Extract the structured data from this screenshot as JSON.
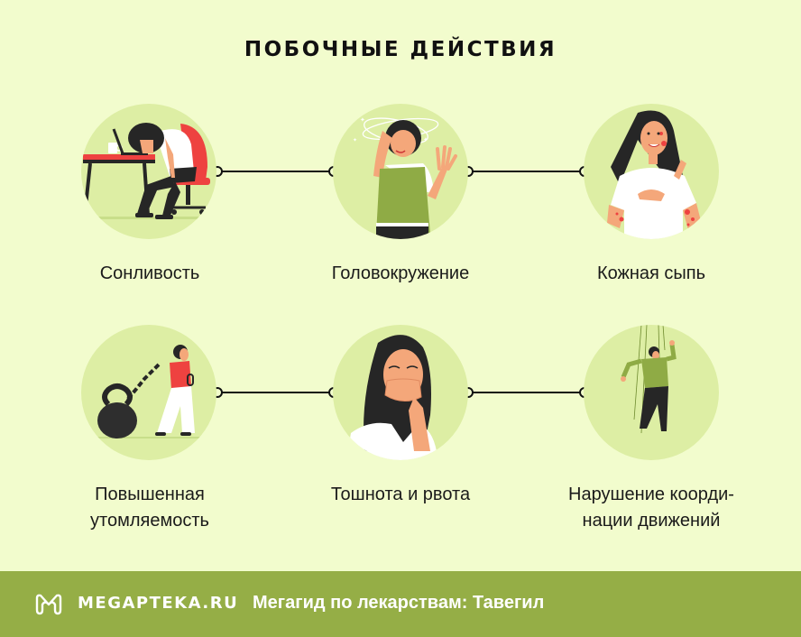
{
  "title": "ПОБОЧНЫЕ ДЕЙСТВИЯ",
  "colors": {
    "background": "#F2FCCD",
    "circle": "#DDEEA4",
    "footer": "#95AE46",
    "accent_red": "#EE4240",
    "accent_green": "#8FAB45",
    "skin": "#F4A77A",
    "dark": "#262626"
  },
  "side_effects": [
    {
      "label": "Сонливость",
      "icon": "sleepy-woman-at-desk-illustration"
    },
    {
      "label": "Головокружение",
      "icon": "dizzy-woman-illustration"
    },
    {
      "label": "Кожная сыпь",
      "icon": "woman-with-rash-illustration"
    },
    {
      "label_line1": "Повышенная",
      "label_line2": "утомляемость",
      "icon": "woman-dragging-kettlebell-illustration"
    },
    {
      "label": "Тошнота и рвота",
      "icon": "nauseous-woman-illustration"
    },
    {
      "label_line1": "Нарушение коорди-",
      "label_line2": "нации движений",
      "icon": "puppet-man-illustration"
    }
  ],
  "footer": {
    "logo_icon": "megapteka-m-logo-icon",
    "brand": "MEGAPTEKA.RU",
    "caption": "Мегагид по лекарствам: Тавегил"
  }
}
